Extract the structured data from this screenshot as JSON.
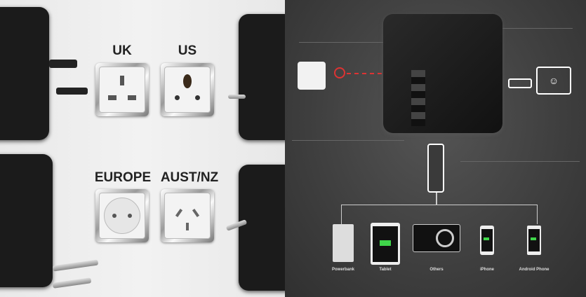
{
  "plug_types": [
    {
      "label": "UK"
    },
    {
      "label": "US"
    },
    {
      "label": "EUROPE"
    },
    {
      "label": "AUST/NZ"
    }
  ],
  "devices": [
    {
      "label": "Powerbank"
    },
    {
      "label": "Tablet"
    },
    {
      "label": "Others"
    },
    {
      "label": "iPhone"
    },
    {
      "label": "Android Phone"
    }
  ],
  "colors": {
    "battery": "#3fd64a",
    "dark_bg": "#3e3e3e",
    "light_bg": "#eeeeee",
    "accent_red": "#d33"
  }
}
